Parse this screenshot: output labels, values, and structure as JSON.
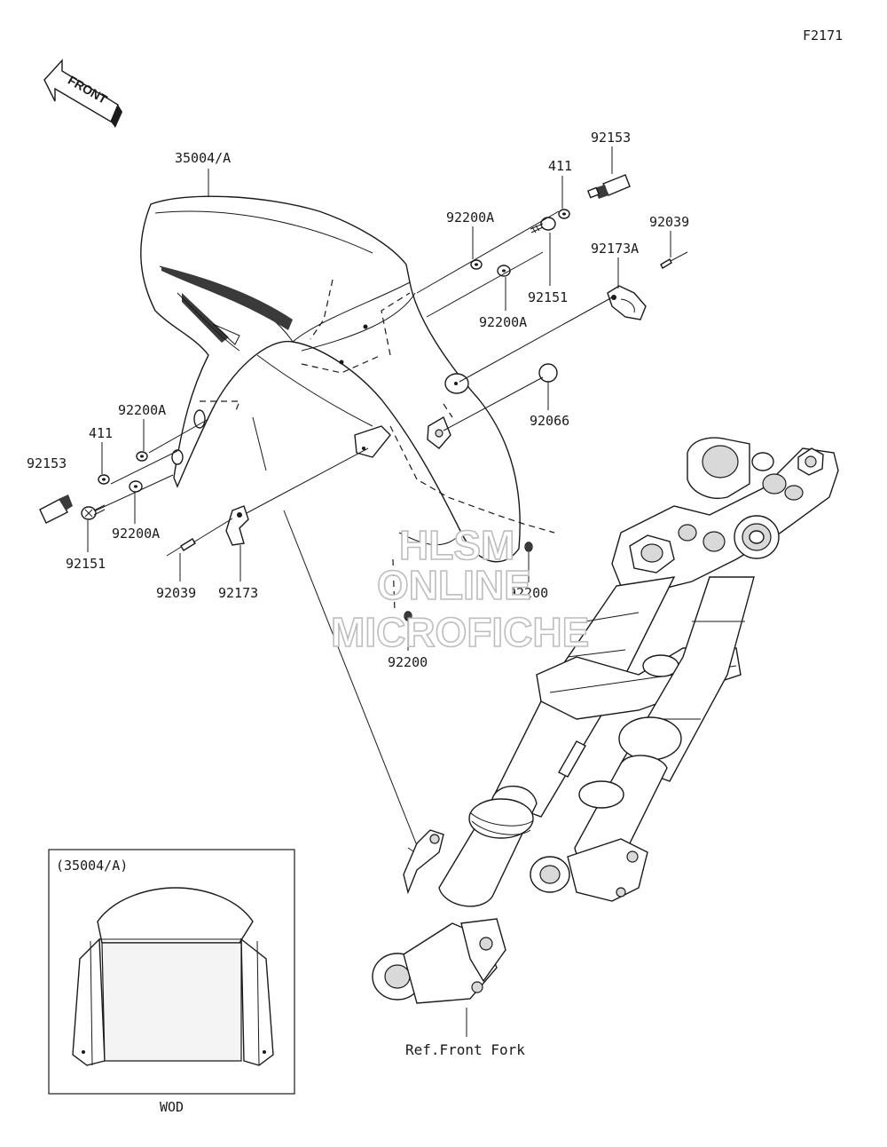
{
  "diagram_code": "F2171",
  "front_label": "FRONT",
  "part_labels": [
    "35004/A",
    "92153",
    "411",
    "92200A",
    "92039",
    "92173A",
    "92151",
    "92200A",
    "92066",
    "92200A",
    "411",
    "92153",
    "92200A",
    "92151",
    "92039",
    "92173",
    "92200",
    "92200"
  ],
  "reference_label": "Ref.Front Fork",
  "inset": {
    "title": "(35004/A)",
    "caption": "WOD"
  },
  "watermark": [
    "HLSM",
    "ONLINE",
    "MICROFICHE"
  ]
}
